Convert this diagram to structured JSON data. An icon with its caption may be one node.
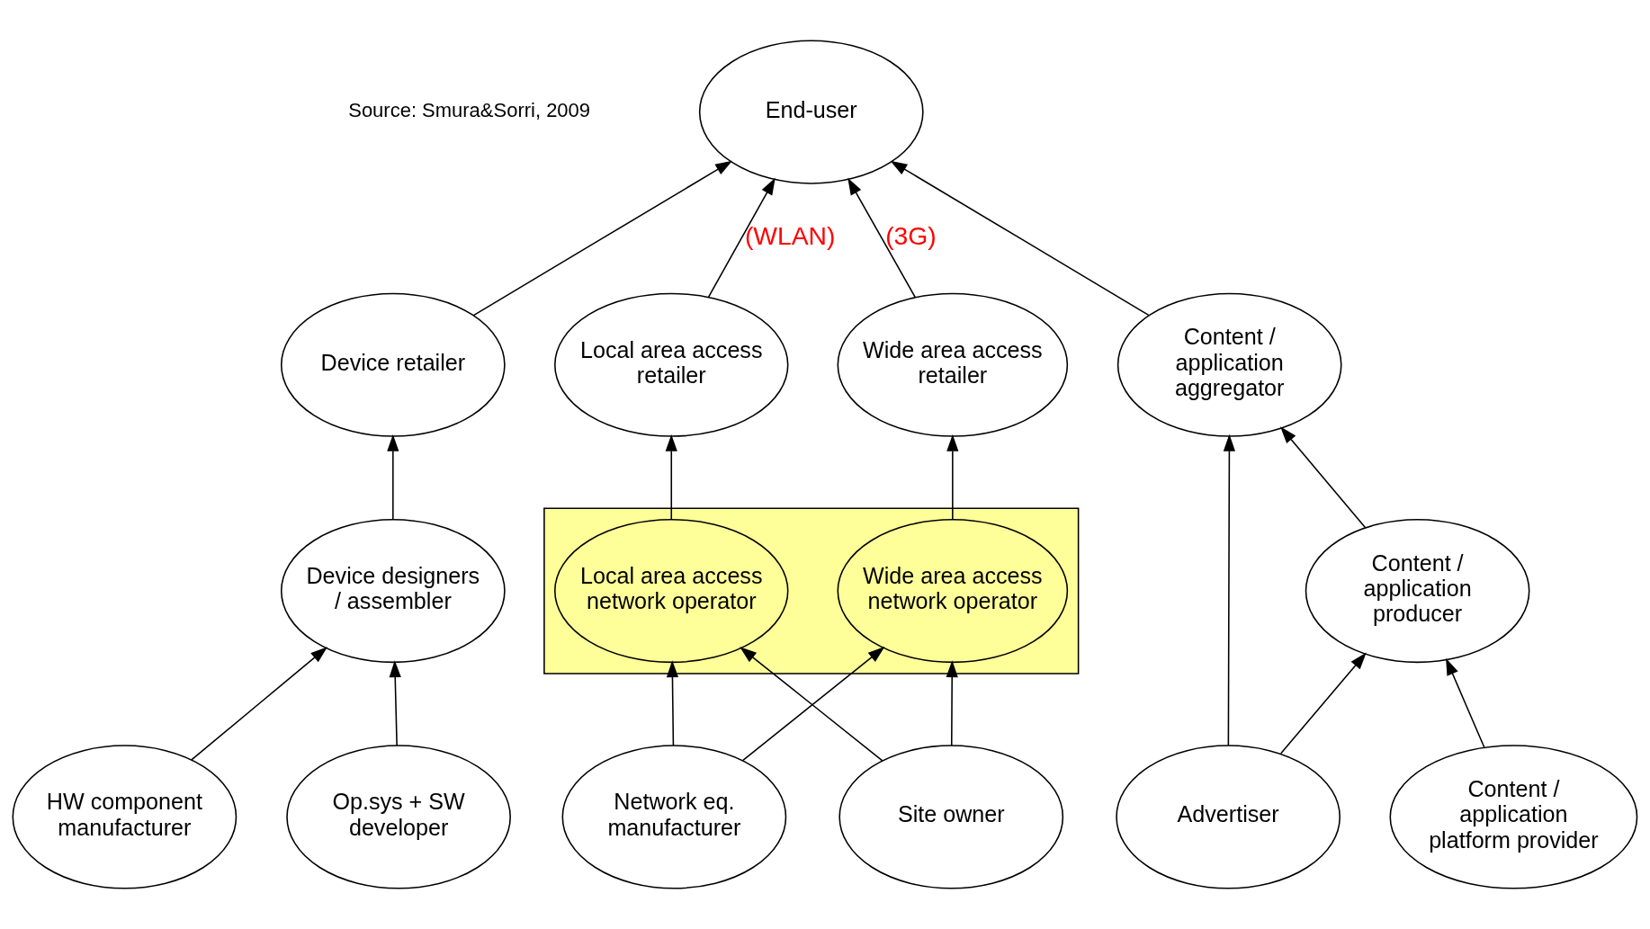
{
  "diagram": {
    "nodes": [
      {
        "text": [
          "End-user"
        ]
      },
      {
        "text": [
          "Device retailer"
        ]
      },
      {
        "text": [
          "Local area access retailer"
        ]
      },
      {
        "text": [
          "Wide area access retailer"
        ]
      },
      {
        "text": [
          "Content / application aggregator"
        ]
      },
      {
        "text": [
          "Device designers / assembler"
        ]
      },
      {
        "text": [],
        "shape": "box"
      },
      {
        "text": [
          "Local area access network operator"
        ],
        "in": 6
      },
      {
        "text": [
          "Wide area access network operator"
        ],
        "in": 6
      },
      {
        "text": [
          "Content / application producer"
        ]
      },
      {
        "text": [
          "HW component manufacturer"
        ]
      },
      {
        "text": [
          "Op.sys + SW developer"
        ]
      },
      {
        "text": [
          "Network eq. manufacturer"
        ]
      },
      {
        "text": [
          "Site owner"
        ]
      },
      {
        "text": [
          "Advertiser"
        ]
      },
      {
        "text": [
          "Content / application platform provider"
        ]
      }
    ],
    "edges": [
      {
        "from": 1,
        "to": 0,
        "arrow": "to"
      },
      {
        "from": 2,
        "to": 0,
        "arrow": "to",
        "label": "(WLAN)"
      },
      {
        "from": 3,
        "to": 0,
        "arrow": "to",
        "label": "(3G)"
      },
      {
        "from": 4,
        "to": 0,
        "arrow": "to"
      },
      {
        "from": 5,
        "to": 1,
        "arrow": "to"
      },
      {
        "from": 7,
        "to": 2,
        "arrow": "to"
      },
      {
        "from": 8,
        "to": 3,
        "arrow": "to"
      },
      {
        "from": 9,
        "to": 4,
        "arrow": "to"
      },
      {
        "from": 10,
        "to": 5,
        "arrow": "to"
      },
      {
        "from": 11,
        "to": 5,
        "arrow": "to"
      },
      {
        "from": 12,
        "to": 7,
        "arrow": "to"
      },
      {
        "from": 12,
        "to": 8,
        "arrow": "to"
      },
      {
        "from": 13,
        "to": 7,
        "arrow": "to"
      },
      {
        "from": 13,
        "to": 8,
        "arrow": "to"
      },
      {
        "from": 14,
        "to": 4,
        "arrow": "to"
      },
      {
        "from": 14,
        "to": 9,
        "arrow": "to"
      },
      {
        "from": 15,
        "to": 9,
        "arrow": "to"
      }
    ],
    "labels": [
      "Source: Smura&Sorri, 2009"
    ]
  }
}
